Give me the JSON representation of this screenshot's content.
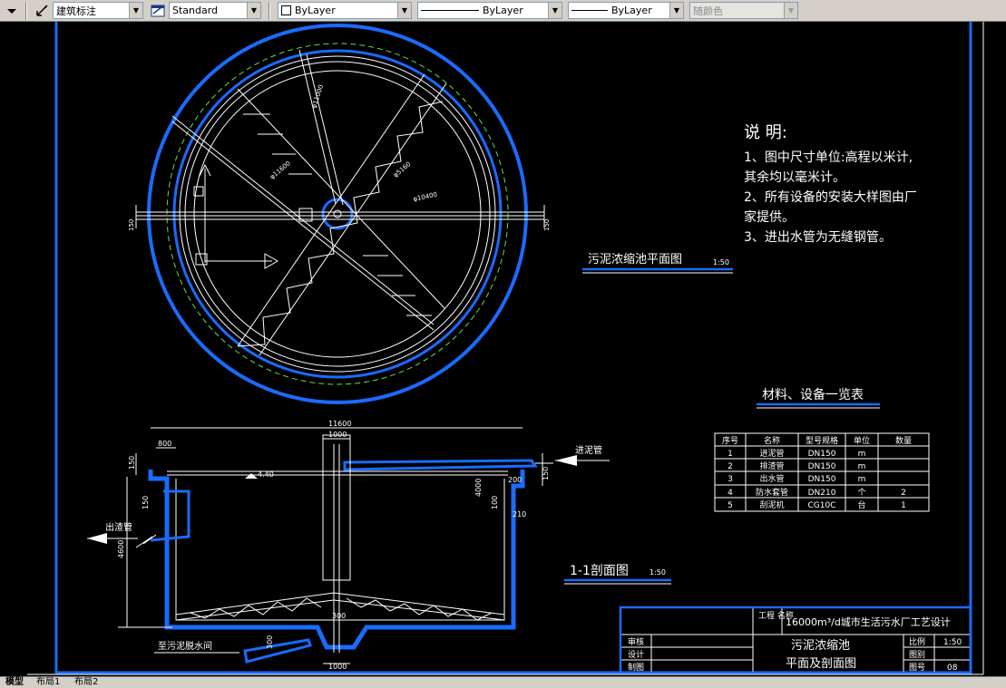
{
  "toolbar": {
    "dimstyle": "建筑标注",
    "textstyle": "Standard",
    "layer": "ByLayer",
    "linetype": "ByLayer",
    "lineweight": "ByLayer",
    "plotstyle": "随颜色"
  },
  "plan": {
    "dims": [
      "φ11600",
      "φ11000",
      "φ5160",
      "φ10400"
    ],
    "title": "污泥浓缩池平面图",
    "scale": "1:50",
    "side_dim_left": "150",
    "side_dim_right": "150"
  },
  "notes": {
    "title": "说 明:",
    "lines": [
      "1、图中尺寸单位:高程以米计,",
      "其余均以毫米计。",
      "2、所有设备的安装大样图由厂",
      "家提供。",
      "3、进出水管为无缝钢管。"
    ]
  },
  "table": {
    "title": "材料、设备一览表",
    "headers": [
      "序号",
      "名称",
      "型号规格",
      "单位",
      "数量"
    ],
    "rows": [
      [
        "1",
        "进泥管",
        "DN150",
        "m",
        ""
      ],
      [
        "2",
        "排渣管",
        "DN150",
        "m",
        ""
      ],
      [
        "3",
        "出水管",
        "DN150",
        "m",
        ""
      ],
      [
        "4",
        "防水套管",
        "DN210",
        "个",
        "2"
      ],
      [
        "5",
        "刮泥机",
        "CG10C",
        "台",
        "1"
      ]
    ]
  },
  "section": {
    "title": "1-1剖面图",
    "scale": "1:50",
    "dim_total": "11600",
    "dim_center_top": "1000",
    "dim_center_bottom": "1000",
    "dim_left": "800",
    "dim_150_a": "150",
    "dim_150_b": "150",
    "dim_150_c": "150",
    "dim_height": "4600",
    "dim_200": "200",
    "dim_210": "210",
    "dim_100": "100",
    "dim_300": "300",
    "dim_4000": "4000",
    "dim_bottom": "300",
    "level": "4.40",
    "inlet_label": "进泥管",
    "outlet_label": "出渣管",
    "drain_label": "至污泥脱水间"
  },
  "titleblock": {
    "project_label": "工程\n名称",
    "project_name": "16000m³/d城市生活污水厂工艺设计",
    "review": "审核",
    "design": "设计",
    "draw": "制图",
    "drawing_name_1": "污泥浓缩池",
    "drawing_name_2": "平面及剖面图",
    "ratio_label": "比例",
    "ratio_value": "1:50",
    "type_label": "图别",
    "number_label": "图号",
    "number_value": "08"
  },
  "tabs": [
    "模型",
    "布局1",
    "布局2"
  ]
}
